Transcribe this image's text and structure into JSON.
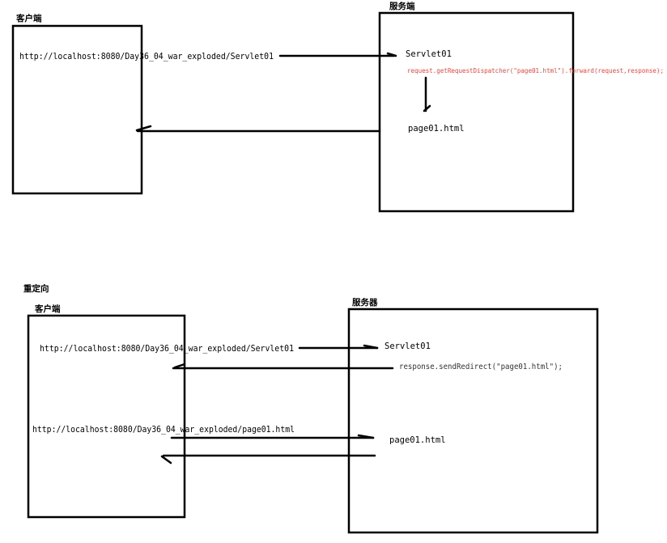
{
  "forward": {
    "client_title": "客户端",
    "server_title": "服务端",
    "request_url": "http://localhost:8080/Day36_04_war_exploded/Servlet01",
    "servlet_name": "Servlet01",
    "forward_code": "request.getRequestDispatcher(\"page01.html\").forward(request,response);",
    "page_name": "page01.html",
    "code_color": "#e8433c"
  },
  "redirect": {
    "section_title": "重定向",
    "client_title": "客户端",
    "server_title": "服务器",
    "request_url": "http://localhost:8080/Day36_04_war_exploded/Servlet01",
    "servlet_name": "Servlet01",
    "redirect_code": "response.sendRedirect(\"page01.html\");",
    "second_request_url": "http://localhost:8080/Day36_04_war_exploded/page01.html",
    "page_name": "page01.html"
  }
}
